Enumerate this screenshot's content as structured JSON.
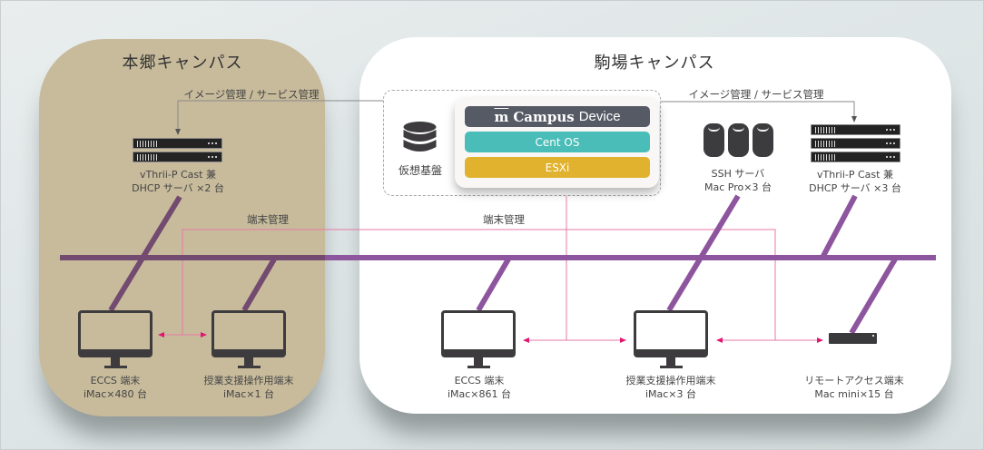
{
  "campuses": {
    "hongo": {
      "title": "本郷キャンパス"
    },
    "komaba": {
      "title": "駒場キャンパス"
    }
  },
  "flows": {
    "image_service_left": "イメージ管理 / サービス管理",
    "image_service_right": "イメージ管理 / サービス管理",
    "terminal_mgmt_left": "端末管理",
    "terminal_mgmt_center": "端末管理"
  },
  "virtual_platform": {
    "icon": "database-icon",
    "label": "仮想基盤",
    "stack": {
      "app": {
        "logo": "m",
        "bold": "Campus",
        "light": "Device"
      },
      "os": "Cent OS",
      "hypervisor": "ESXi"
    }
  },
  "devices": {
    "hongo_server": {
      "icon": "rack-server-icon",
      "line1": "vThrii-P Cast 兼",
      "line2": "DHCP サーバ ×2 台"
    },
    "hongo_eccs": {
      "icon": "imac-icon",
      "line1": "ECCS 端末",
      "line2": "iMac×480 台"
    },
    "hongo_lecture": {
      "icon": "imac-icon",
      "line1": "授業支援操作用端末",
      "line2": "iMac×1 台"
    },
    "komaba_ssh": {
      "icon": "mac-pro-icon",
      "line1": "SSH サーバ",
      "line2": "Mac Pro×3 台"
    },
    "komaba_server": {
      "icon": "rack-server-icon",
      "line1": "vThrii-P Cast 兼",
      "line2": "DHCP サーバ ×3 台"
    },
    "komaba_eccs": {
      "icon": "imac-icon",
      "line1": "ECCS 端末",
      "line2": "iMac×861 台"
    },
    "komaba_lecture": {
      "icon": "imac-icon",
      "line1": "授業支援操作用端末",
      "line2": "iMac×3 台"
    },
    "komaba_remote": {
      "icon": "mac-mini-icon",
      "line1": "リモートアクセス端末",
      "line2": "Mac mini×15 台"
    }
  },
  "colors": {
    "hongo_bg": "#c8bb9c",
    "komaba_bg": "#ffffff",
    "network": "#8d559e",
    "network_on_hongo": "#734a70",
    "management": "#e57aa5",
    "arrow": "#e0166f",
    "connector": "#8a8a8a",
    "app_bar": "#565a65",
    "os_bar": "#4bbdb8",
    "hypervisor_bar": "#e1b22d"
  }
}
